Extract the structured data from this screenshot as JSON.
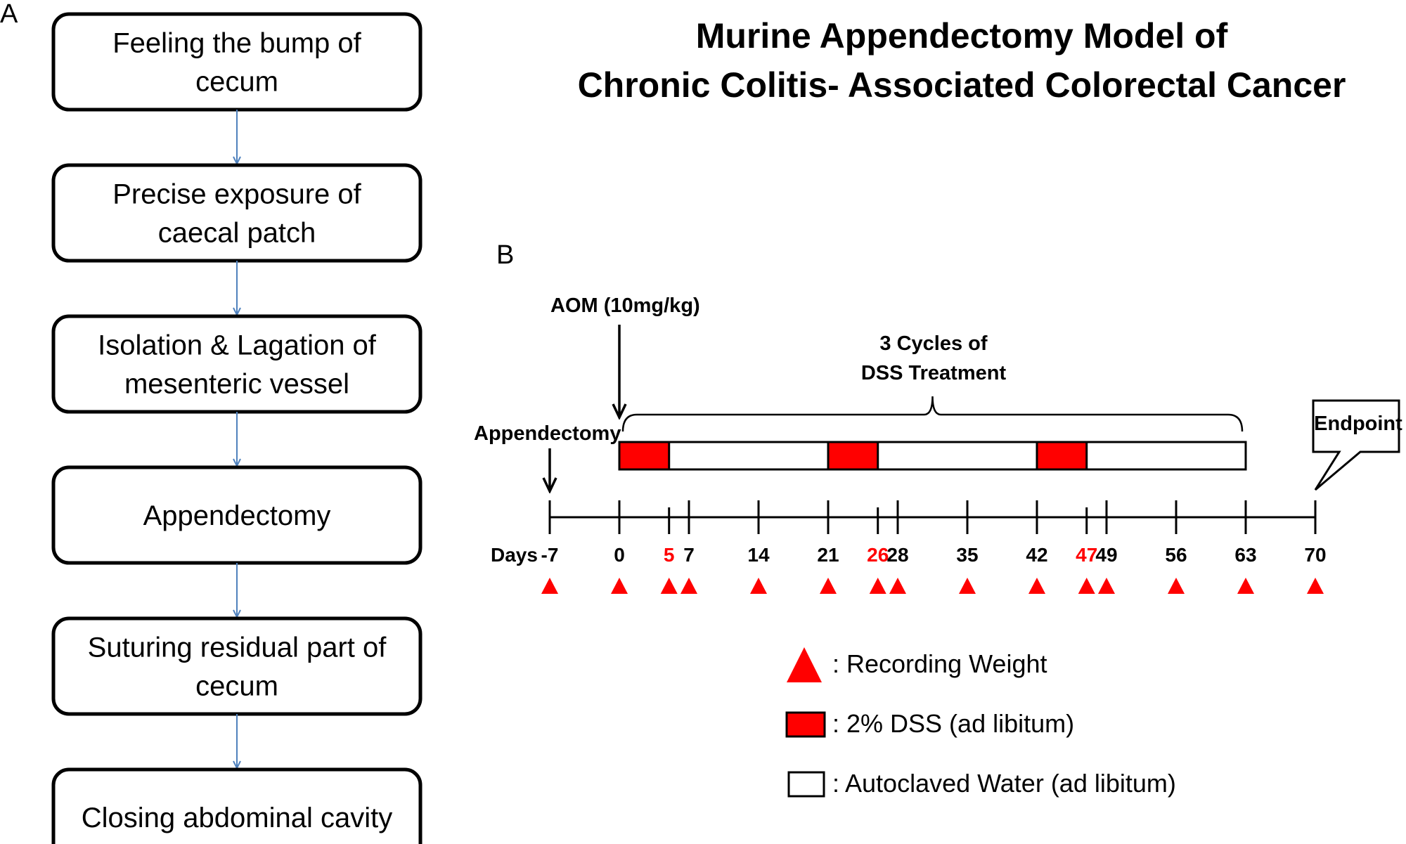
{
  "panel_a": {
    "label": "A",
    "steps": [
      {
        "lines": [
          "Feeling the bump of",
          "cecum"
        ]
      },
      {
        "lines": [
          "Precise exposure of",
          "caecal patch"
        ]
      },
      {
        "lines": [
          "Isolation & Lagation of",
          "mesenteric vessel"
        ]
      },
      {
        "lines": [
          "Appendectomy"
        ]
      },
      {
        "lines": [
          "Suturing residual part of",
          "cecum"
        ]
      },
      {
        "lines": [
          "Closing abdominal cavity"
        ]
      }
    ]
  },
  "title": {
    "line1": "Murine Appendectomy Model of",
    "line2": "Chronic Colitis- Associated Colorectal Cancer"
  },
  "panel_b": {
    "label": "B",
    "aom_label": "AOM (10mg/kg)",
    "appendectomy_label": "Appendectomy",
    "cycles_label_line1": "3 Cycles of",
    "cycles_label_line2": "DSS Treatment",
    "endpoint_label": "Endpoint",
    "days_label": "Days",
    "timeline_start": -7,
    "timeline_end": 70,
    "aom_day": 0,
    "appendectomy_day": -7,
    "treatment_start": 0,
    "treatment_end": 63,
    "endpoint_day": 70,
    "ticks": [
      {
        "day": -7,
        "label": "-7",
        "highlight": false,
        "major": true
      },
      {
        "day": 0,
        "label": "0",
        "highlight": false,
        "major": true
      },
      {
        "day": 5,
        "label": "5",
        "highlight": true,
        "major": false
      },
      {
        "day": 7,
        "label": "7",
        "highlight": false,
        "major": true
      },
      {
        "day": 14,
        "label": "14",
        "highlight": false,
        "major": true
      },
      {
        "day": 21,
        "label": "21",
        "highlight": false,
        "major": true
      },
      {
        "day": 26,
        "label": "26",
        "highlight": true,
        "major": false
      },
      {
        "day": 28,
        "label": "28",
        "highlight": false,
        "major": true
      },
      {
        "day": 35,
        "label": "35",
        "highlight": false,
        "major": true
      },
      {
        "day": 42,
        "label": "42",
        "highlight": false,
        "major": true
      },
      {
        "day": 47,
        "label": "47",
        "highlight": true,
        "major": false
      },
      {
        "day": 49,
        "label": "49",
        "highlight": false,
        "major": true
      },
      {
        "day": 56,
        "label": "56",
        "highlight": false,
        "major": true
      },
      {
        "day": 63,
        "label": "63",
        "highlight": false,
        "major": true
      },
      {
        "day": 70,
        "label": "70",
        "highlight": false,
        "major": true
      }
    ],
    "dss_cycles": [
      {
        "start": 0,
        "end": 5
      },
      {
        "start": 21,
        "end": 26
      },
      {
        "start": 42,
        "end": 47
      }
    ]
  },
  "legend": {
    "weight": ": Recording  Weight",
    "dss": ": 2% DSS (ad libitum)",
    "water": ": Autoclaved Water (ad libitum)"
  },
  "colors": {
    "red": "#ff0000",
    "flow_arrow": "#4f81bd",
    "black": "#000000"
  }
}
